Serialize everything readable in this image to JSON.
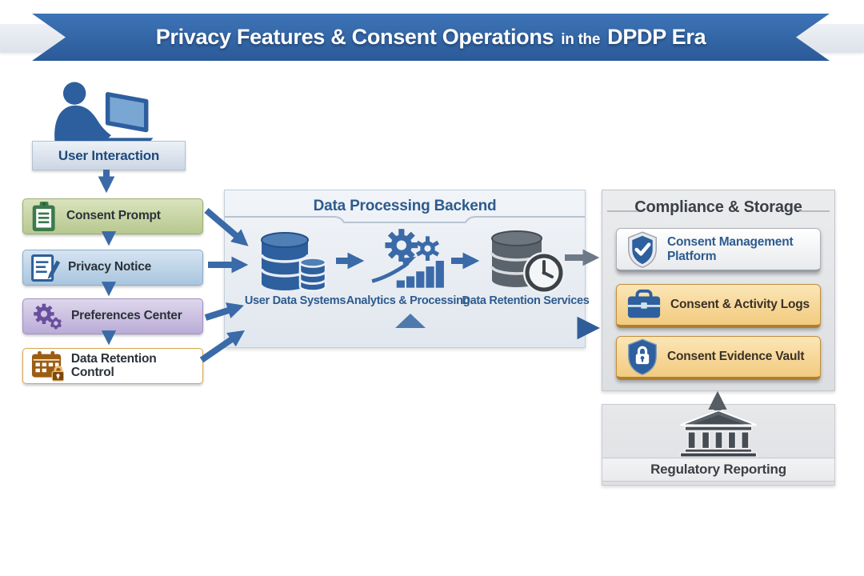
{
  "banner": {
    "title_main": "Privacy Features & Consent Operations",
    "title_connector": "in the",
    "title_suffix": "DPDP Era"
  },
  "user_flow": {
    "header_label": "User Interaction",
    "steps": [
      {
        "label": "Consent Prompt",
        "icon": "clipboard-icon"
      },
      {
        "label": "Privacy Notice",
        "icon": "document-edit-icon"
      },
      {
        "label": "Preferences Center",
        "icon": "gears-icon"
      },
      {
        "label": "Data Retention Control",
        "icon": "calendar-lock-icon"
      }
    ]
  },
  "backend_panel": {
    "title": "Data Processing Backend",
    "nodes": [
      {
        "label": "User Data Systems",
        "icon": "database-stack-icon"
      },
      {
        "label": "Analytics & Processing",
        "icon": "gears-chart-icon"
      },
      {
        "label": "Data Retention Services",
        "icon": "database-clock-icon"
      }
    ]
  },
  "compliance_panel": {
    "title": "Compliance & Storage",
    "cards": [
      {
        "label": "Consent Management Platform",
        "icon": "shield-check-icon"
      },
      {
        "label": "Consent & Activity Logs",
        "icon": "briefcase-icon"
      },
      {
        "label": "Consent Evidence Vault",
        "icon": "shield-lock-icon"
      }
    ]
  },
  "regulatory": {
    "label": "Regulatory Reporting",
    "icon": "government-building-icon"
  },
  "colors": {
    "banner_blue": "#32659f",
    "flow_green": "#c3d29b",
    "flow_blue": "#b4cfe6",
    "flow_purple": "#c9bcdf",
    "flow_orange": "#f6d18b",
    "arrow_blue": "#3a6aa8",
    "accent_text_blue": "#2d5b8e",
    "dark_gray": "#565c63"
  }
}
